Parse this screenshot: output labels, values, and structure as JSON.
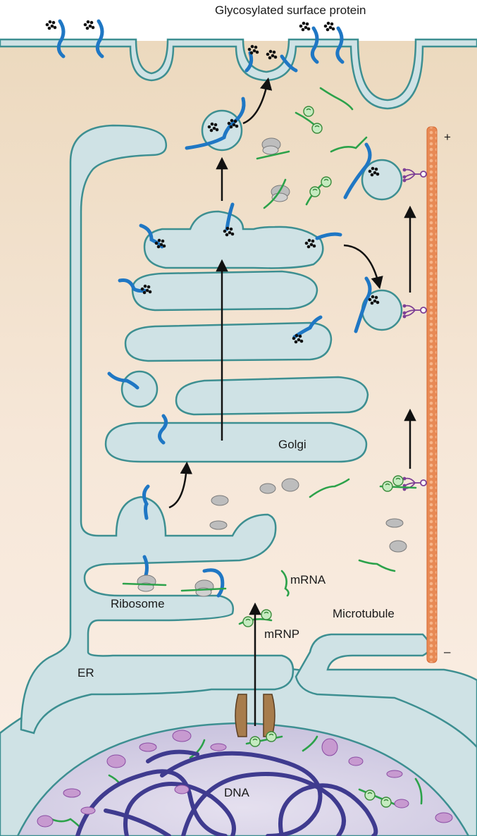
{
  "labels": {
    "surface_protein": "Glycosylated surface protein",
    "golgi": "Golgi",
    "mrna": "mRNA",
    "ribosome": "Ribosome",
    "microtubule": "Microtubule",
    "mrnp": "mRNP",
    "er": "ER",
    "dna": "DNA",
    "plus_end": "+",
    "minus_end": "–"
  },
  "colors": {
    "cytoplasm_top": "#ecd9be",
    "cytoplasm_bottom": "#f9ece1",
    "membrane_fill": "#cfe2e5",
    "membrane_stroke": "#3d8f91",
    "protein": "#1f77c4",
    "sugar": "#111111",
    "mrna": "#2ca24a",
    "ribosome": "#b9b9b9",
    "mrnp_protein": "#b8e3b2",
    "motor": "#8a4ca3",
    "microtubule": "#e5834f",
    "nucleus_fill": "#d9d4e8",
    "dna": "#3f3b8f",
    "nuclear_body": "#c79ad0",
    "pore": "#a77c4c"
  },
  "icons": [
    "ribosome-icon",
    "mrnp-icon",
    "motor-protein-icon",
    "nuclear-pore-icon",
    "vesicle-icon",
    "arrow-icon"
  ]
}
